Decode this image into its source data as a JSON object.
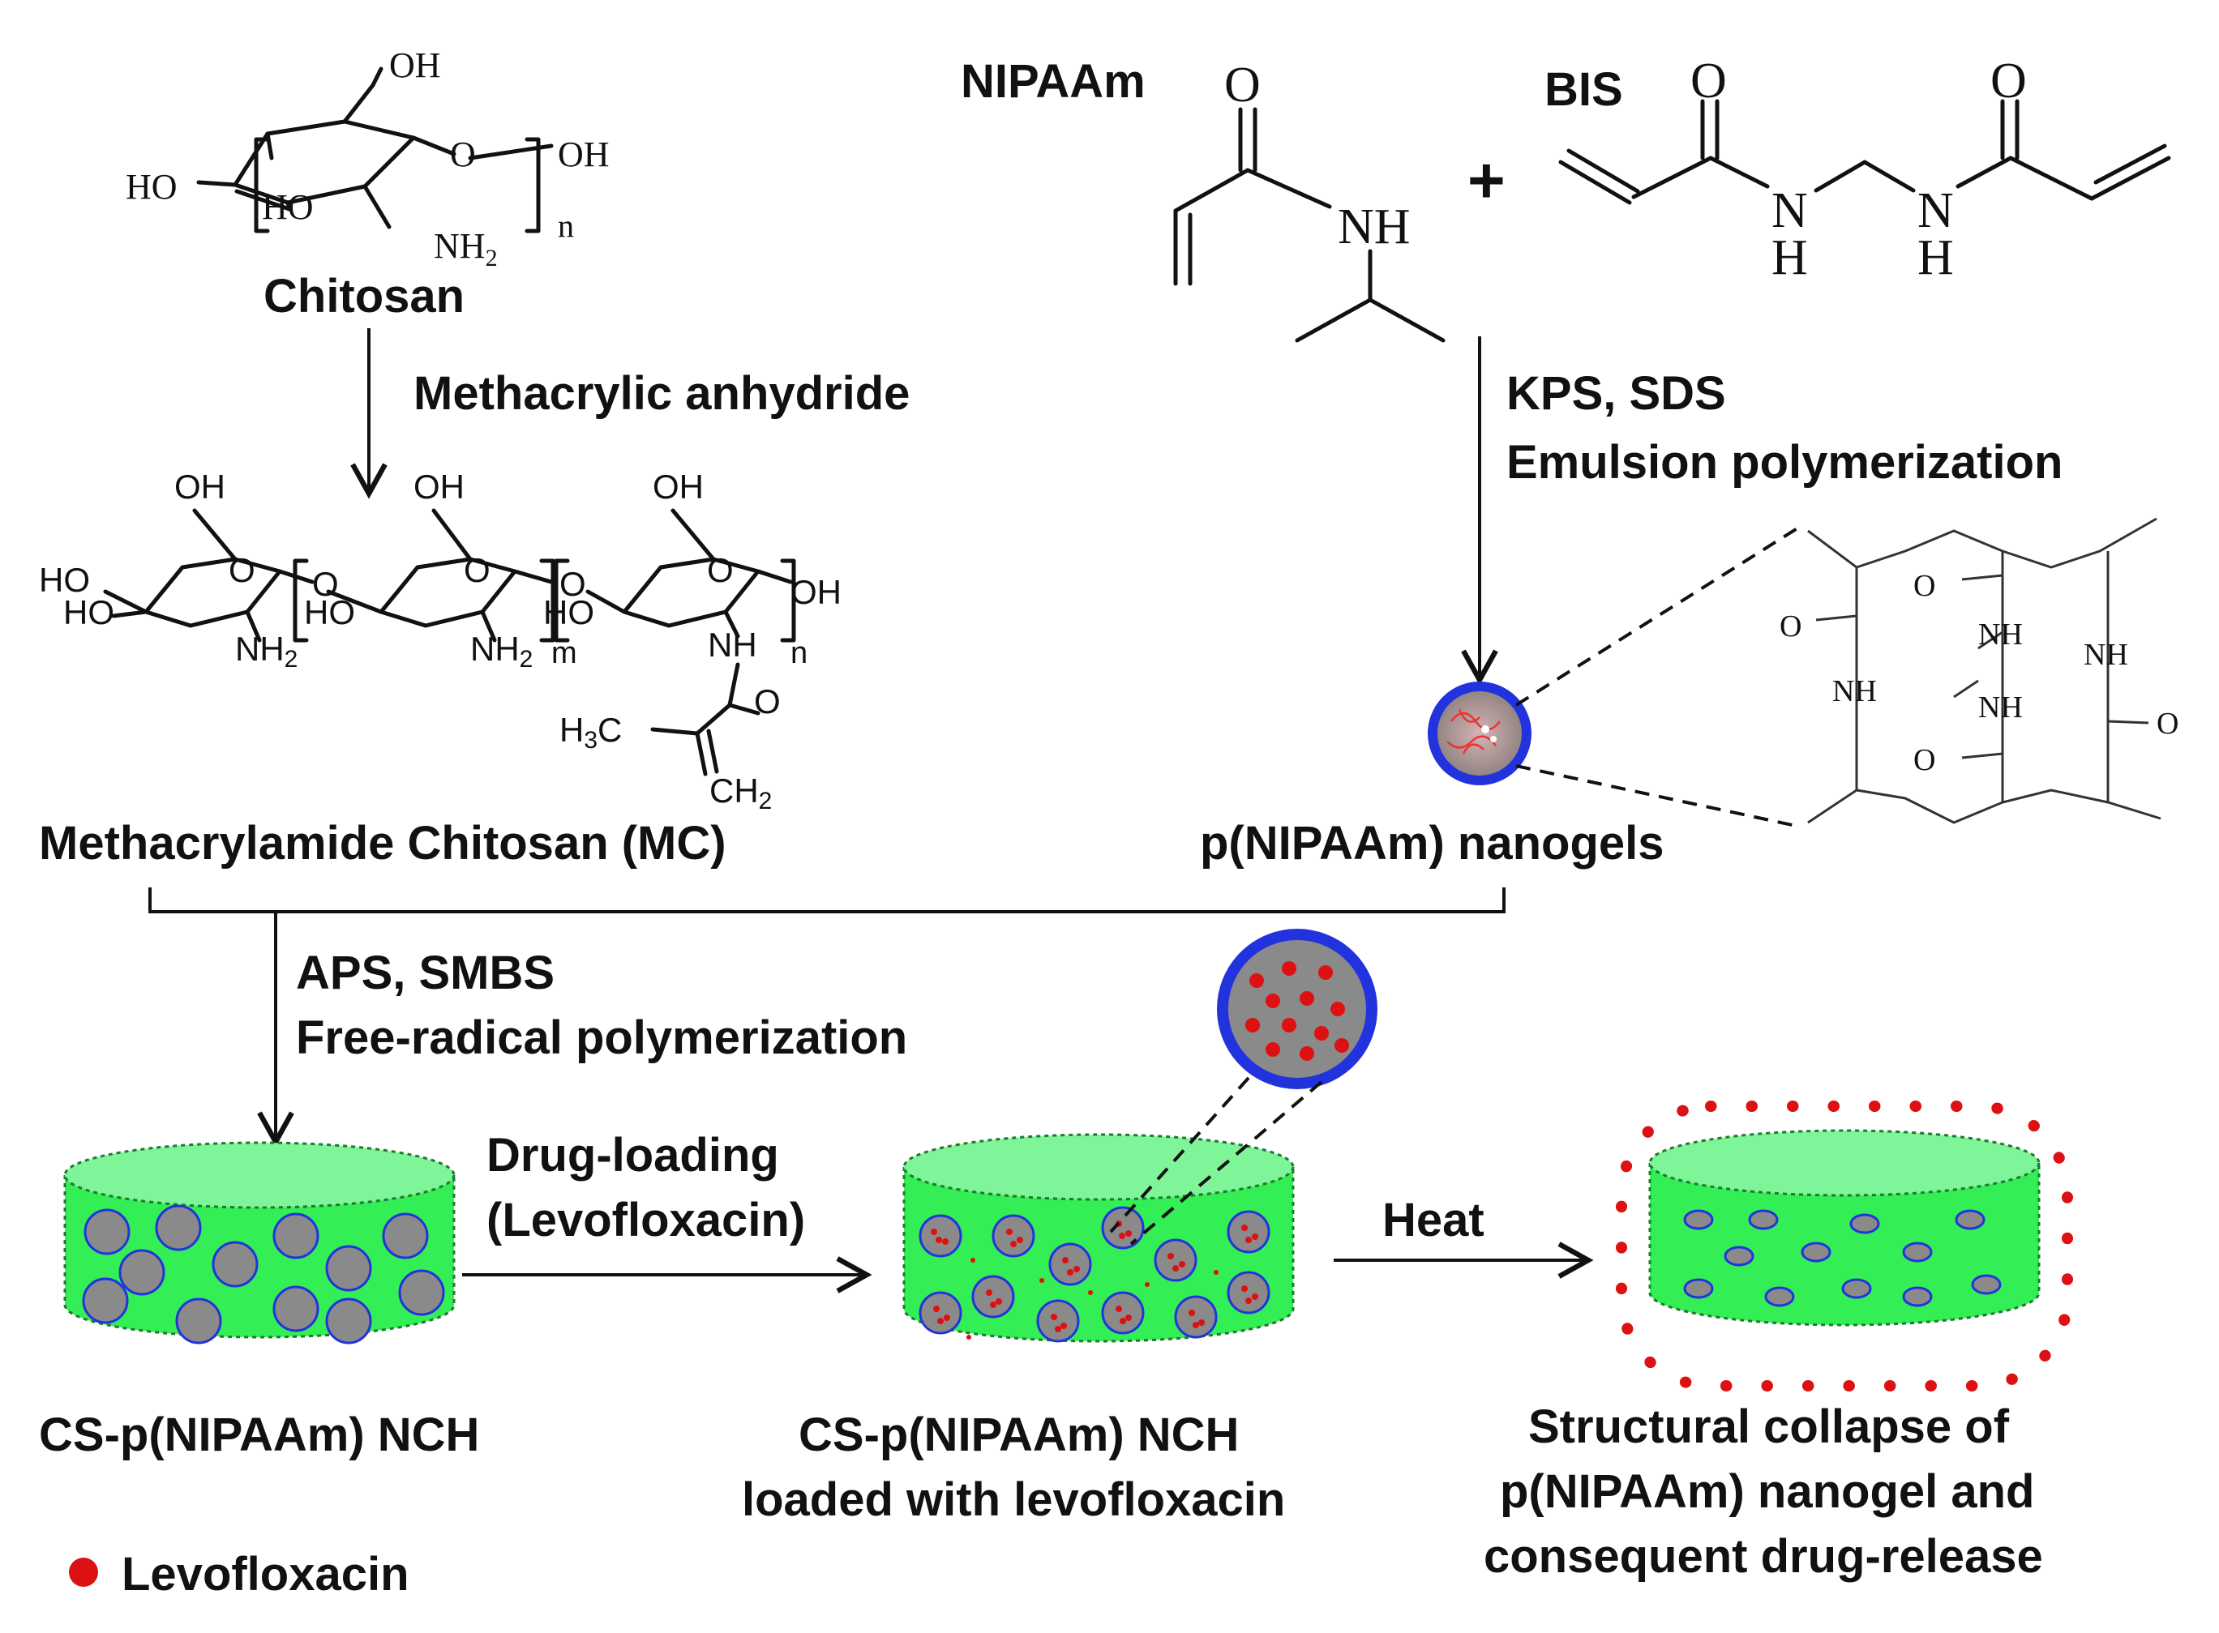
{
  "chemistry": {
    "oh": "OH",
    "ho": "HO",
    "nh2": "NH",
    "sub2": "2",
    "n": "n",
    "m": "m",
    "o": "O",
    "nh": "NH",
    "n_letter": "N",
    "h": "H",
    "h3c": "H",
    "sub3": "3",
    "c": "C",
    "ch2": "CH"
  },
  "labels": {
    "chitosan": "Chitosan",
    "methacrylic": "Methacrylic anhydride",
    "mc": "Methacrylamide  Chitosan (MC)",
    "nipaam": "NIPAAm",
    "plus": "+",
    "bis": "BIS",
    "kps": "KPS, SDS",
    "emulsion": "Emulsion  polymerization",
    "nanogels": "p(NIPAAm)  nanogels",
    "aps": "APS, SMBS",
    "freeradical": "Free-radical polymerization",
    "drugloading1": "Drug-loading",
    "drugloading2": "(Levofloxacin)",
    "heat": "Heat",
    "nch": "CS-p(NIPAAm)  NCH",
    "loaded1": "CS-p(NIPAAm)  NCH",
    "loaded2": "loaded with levofloxacin",
    "collapse1": "Structural collapse of",
    "collapse2": "p(NIPAAm)  nanogel and",
    "collapse3": "consequent drug-release",
    "legend": "Levofloxacin"
  },
  "colors": {
    "hydrogel": "#33ee55",
    "nanogel_core": "#8a8a8a",
    "nanogel_shell": "#2233dd",
    "drug": "#dd1111"
  }
}
